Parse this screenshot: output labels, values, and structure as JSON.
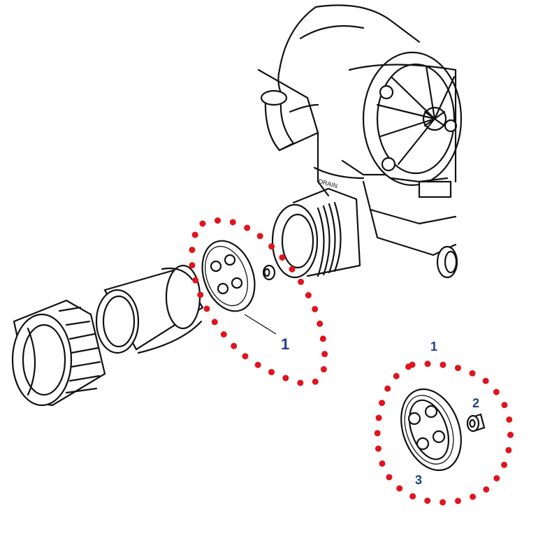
{
  "callouts": {
    "main_part": "1",
    "detail_title": "1",
    "detail_orifice": "2",
    "detail_seal": "3"
  },
  "equipment_label": "DRAIN",
  "colors": {
    "highlight": "#e0141e",
    "callout_text": "#1f3f8f",
    "line_art": "#111111",
    "background": "#ffffff"
  }
}
